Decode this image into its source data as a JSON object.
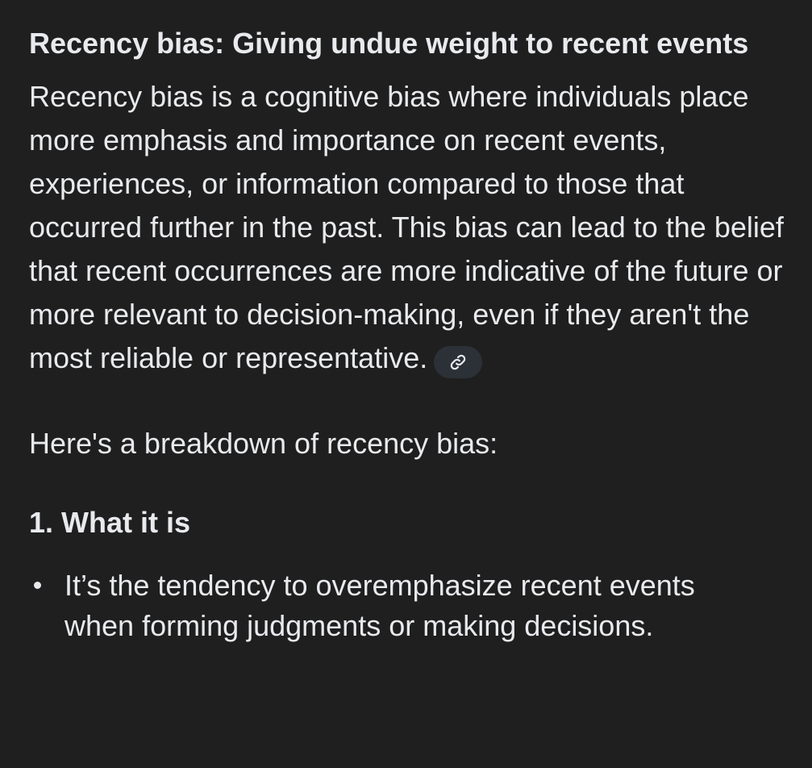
{
  "response": {
    "heading": "Recency bias: Giving undue weight to recent events",
    "paragraph": "Recency bias is a cognitive bias where individuals place more emphasis and importance on recent events, experiences, or information compared to those that occurred further in the past. This bias can lead to the belief that recent occurrences are more indicative of the future or more relevant to decision-making, even if they aren't the most reliable or representative.",
    "source_chip_icon": "link-icon",
    "intro": "Here's a breakdown of recency bias:",
    "section": {
      "title": "1. What it is",
      "bullets": [
        "It’s the tendency to overemphasize recent events when forming judgments or making decisions."
      ]
    }
  },
  "colors": {
    "background": "#1f1f1f",
    "text": "#e8eaed",
    "chip_background": "#2c3138"
  }
}
